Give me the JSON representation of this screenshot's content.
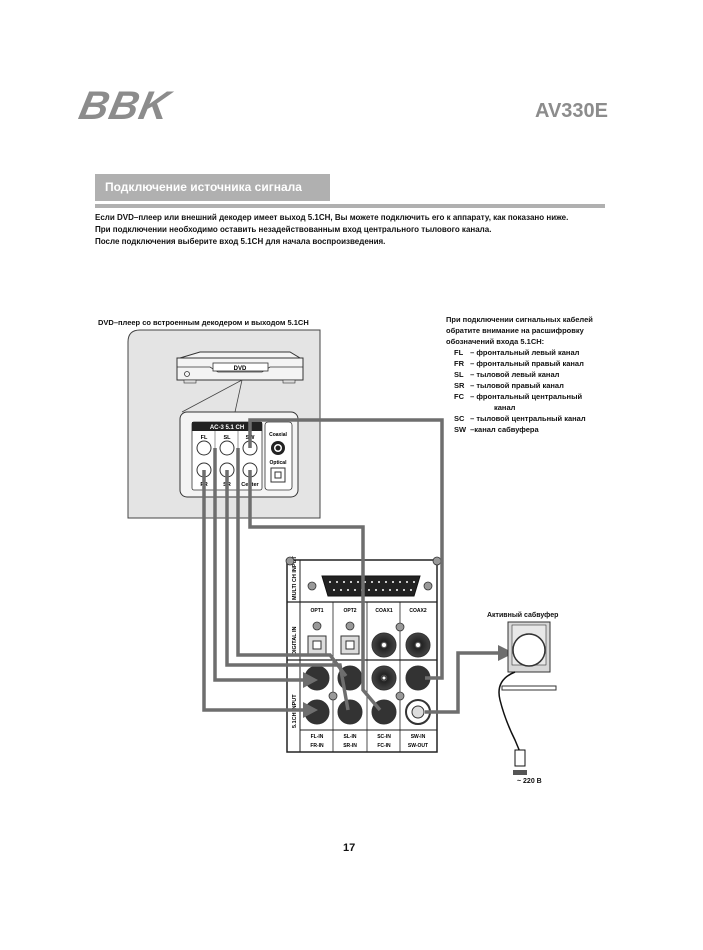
{
  "header": {
    "brand_logo": "BBK",
    "model": "AV330E"
  },
  "section": {
    "title": "Подключение источника сигнала 5.1CH",
    "intro_lines": [
      "Если DVD–плеер или внешний декодер имеет выход 5.1CH, Вы можете подключить его к аппарату, как показано ниже.",
      "При подключении необходимо оставить незадействованным вход центрального тылового канала.",
      "После подключения выберите вход 5.1CH для начала воспроизведения."
    ]
  },
  "diagram": {
    "dvd_caption": "DVD–плеер со встроенным декодером и выходом 5.1CH",
    "dvd_display_label": "DVD",
    "dvd_panel": {
      "header": "AC-3 5.1 CH",
      "top_jacks": [
        "FL",
        "SL",
        "SW"
      ],
      "bottom_jacks": [
        "FR",
        "SR",
        "Center"
      ],
      "digital_labels": [
        "Coaxial",
        "Optical"
      ]
    },
    "receiver_panel": {
      "section_labels": [
        "MULTI CH INPUT",
        "DIGITAL IN",
        "5.1CH INPUT"
      ],
      "digital_columns": [
        "OPT1",
        "OPT2",
        "COAX1",
        "COAX2"
      ],
      "input_columns": [
        {
          "top": "FL-IN",
          "bottom": "FR-IN"
        },
        {
          "top": "SL-IN",
          "bottom": "SR-IN"
        },
        {
          "top": "SC-IN",
          "bottom": "FC-IN"
        },
        {
          "top": "SW-IN",
          "bottom": "SW-OUT"
        }
      ]
    },
    "legend": {
      "intro": "При подключении сигнальных кабелей обратите внимание на расшифровку обозначений входа 5.1CH:",
      "items": [
        {
          "code": "FL",
          "desc": "фронтальный левый канал"
        },
        {
          "code": "FR",
          "desc": "фронтальный правый канал"
        },
        {
          "code": "SL",
          "desc": "тыловой левый канал"
        },
        {
          "code": "SR",
          "desc": "тыловой правый канал"
        },
        {
          "code": "FC",
          "desc": "фронтальный центральный",
          "cont": "канал"
        },
        {
          "code": "SC",
          "desc": "тыловой центральный канал"
        },
        {
          "code": "SW",
          "desc": "канал сабвуфера"
        }
      ]
    },
    "subwoofer_caption": "Активный сабвуфер",
    "voltage": "~ 220 В",
    "colors": {
      "wire": "#6e6e6e",
      "panel_bg": "#e4e4e4",
      "header_gray": "#b0b0b0",
      "brand_gray": "#8c8c8c"
    }
  },
  "footer": {
    "page_number": "17"
  }
}
